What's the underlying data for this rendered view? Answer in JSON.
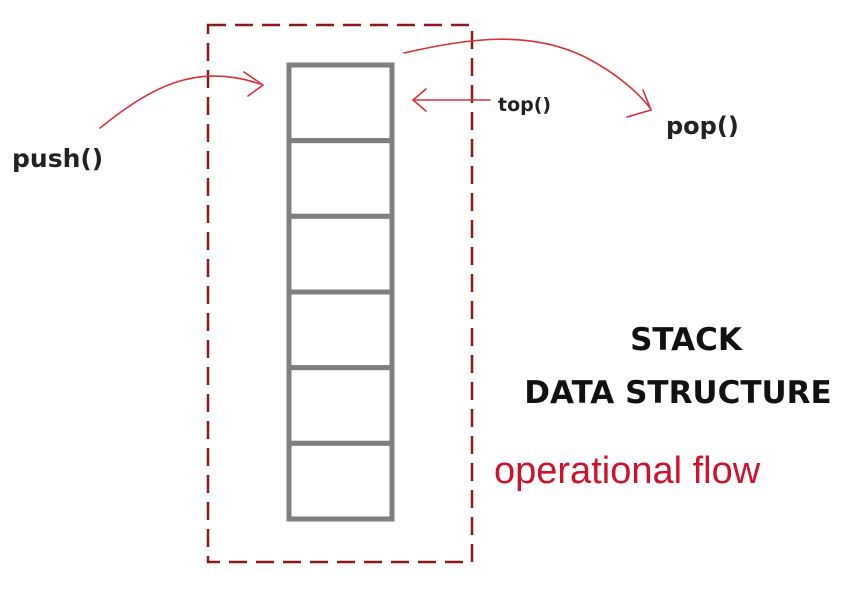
{
  "diagram": {
    "operations": {
      "push": "push()",
      "top": "top()",
      "pop": "pop()"
    },
    "title": {
      "line1": "STACK",
      "line2": "DATA STRUCTURE"
    },
    "caption": "operational flow",
    "stack": {
      "slot_count": 6
    },
    "colors": {
      "arrow": "#d9303a",
      "dashed_border": "#8b1a1a",
      "stack_border": "#7f7f7f",
      "caption": "#d0112b",
      "label": "#222222"
    }
  }
}
